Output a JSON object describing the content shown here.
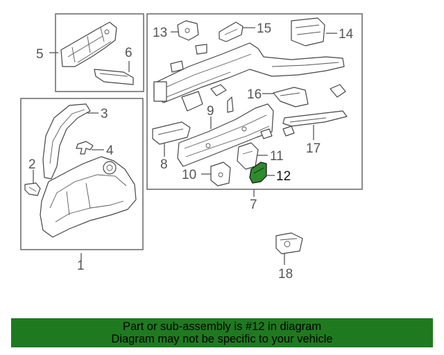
{
  "callouts": {
    "c1": "1",
    "c2": "2",
    "c3": "3",
    "c4": "4",
    "c5": "5",
    "c6": "6",
    "c7": "7",
    "c8": "8",
    "c9": "9",
    "c10": "10",
    "c11": "11",
    "c12": "12",
    "c13": "13",
    "c14": "14",
    "c15": "15",
    "c16": "16",
    "c17": "17",
    "c18": "18"
  },
  "highlight": {
    "part": "12",
    "color": "#2e8b2e"
  },
  "banner": {
    "line1": "Part or sub-assembly is #12 in diagram",
    "line2": "Diagram may not be specific to your vehicle",
    "color": "#1f7a1f"
  }
}
